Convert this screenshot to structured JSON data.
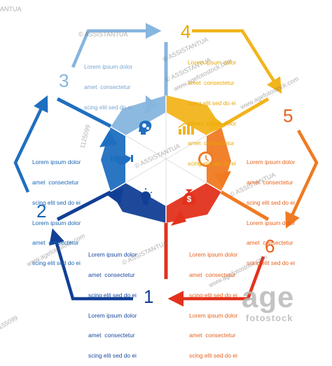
{
  "steps": [
    {
      "number": "1",
      "color": "#b84a2a",
      "text": [
        "Lorem ipsum dolor",
        "amet  consectetur",
        "scing elit sed do ei",
        "Lorem ipsum dolor",
        "amet  consectetur",
        "scing elit sed do ei"
      ]
    },
    {
      "number": "2",
      "color": "#1a66b3",
      "text": [
        "Lorem ipsum dolor",
        "amet  consectetur",
        "scing elit sed do ei",
        "Lorem ipsum dolor",
        "amet  consectetur",
        "scing elit sed do ei"
      ]
    },
    {
      "number": "3",
      "color": "#7aa6d0",
      "text": [
        "Lorem ipsum dolor",
        "amet  consectetur",
        "scing elit sed do ei"
      ]
    },
    {
      "number": "4",
      "color": "#e8a800",
      "text": [
        "Lorem ipsum dolor",
        "amet  consectetur",
        "scing elit sed do ei",
        "Lorem ipsum dolor",
        "amet  consectetur",
        "scing elit sed do ei"
      ]
    },
    {
      "number": "5",
      "color": "#e8621e",
      "text": [
        "Lorem ipsum dolor",
        "amet  consectetur",
        "scing elit sed do ei",
        "Lorem ipsum dolor",
        "amet  consectetur",
        "scing elit sed do ei"
      ]
    },
    {
      "number": "6",
      "color": "#e8621e",
      "text": [
        "Lorem ipsum dolor",
        "amet  consectetur",
        "scing elit sed do ei",
        "Lorem ipsum dolor",
        "amet  consectetur",
        "scing elit sed do ei"
      ]
    }
  ],
  "segment_colors": {
    "light_blue": "#86b5de",
    "blue": "#1f6fc0",
    "dark_blue": "#123f96",
    "yellow": "#f2b41c",
    "orange": "#f07a22",
    "red": "#e2321c"
  },
  "icons": [
    "gears-head-icon",
    "growth-chart-icon",
    "clock-icon",
    "money-bag-icon",
    "lightbulb-icon",
    "handshake-icon"
  ],
  "watermarks": {
    "author": "© ASSISTANTUA",
    "site": "www.agefotostock.com",
    "author_short": "ANTUA",
    "image_id": "1125099",
    "image_id_partial": "155099"
  },
  "logo": {
    "line1": "age",
    "line2": "fotostock"
  }
}
